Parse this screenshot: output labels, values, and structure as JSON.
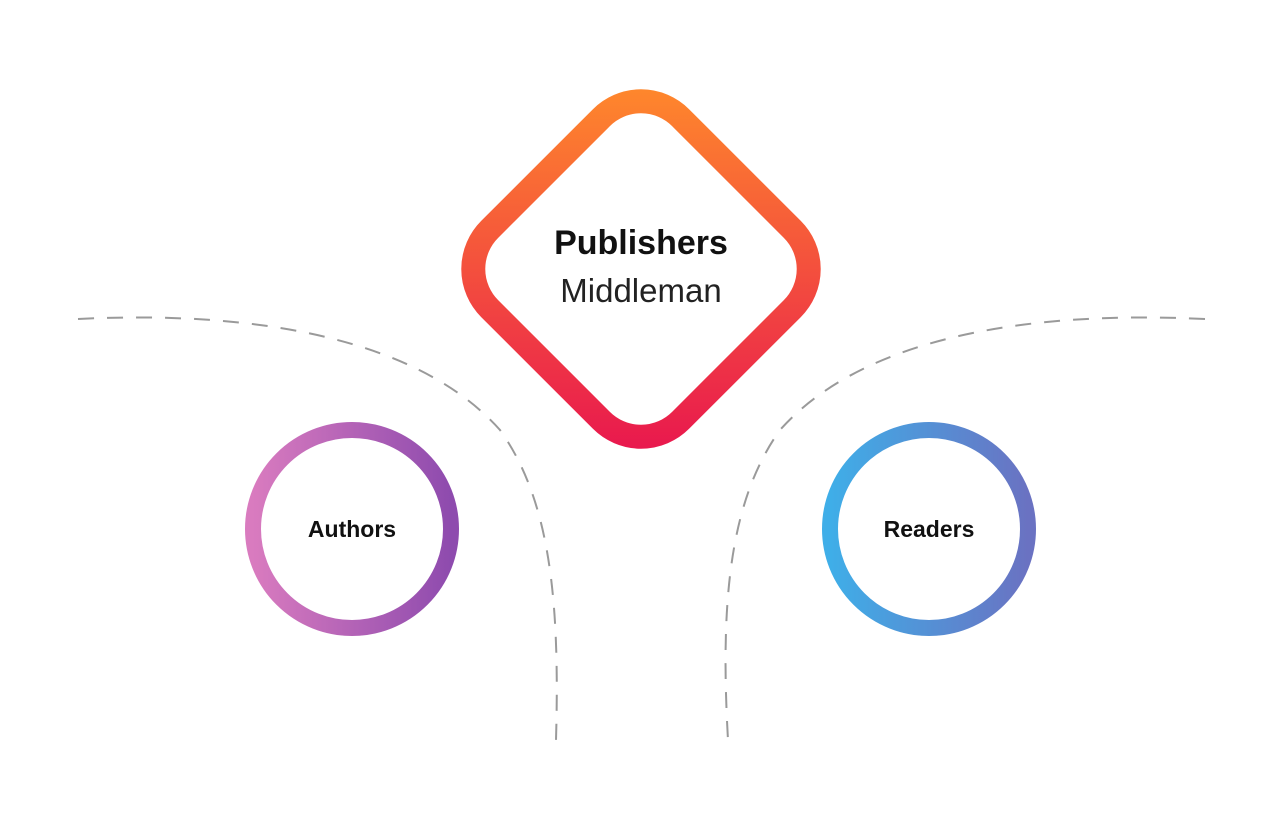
{
  "center_node": {
    "title": "Publishers",
    "subtitle": "Middleman",
    "gradient": [
      "#FF8A2B",
      "#E8154F"
    ]
  },
  "left_node": {
    "label": "Authors",
    "gradient": [
      "#D97BBF",
      "#8E4BAE"
    ]
  },
  "right_node": {
    "label": "Readers",
    "gradient": [
      "#3FAEE8",
      "#6A72C2"
    ]
  },
  "connector_color": "#9a9a9a"
}
